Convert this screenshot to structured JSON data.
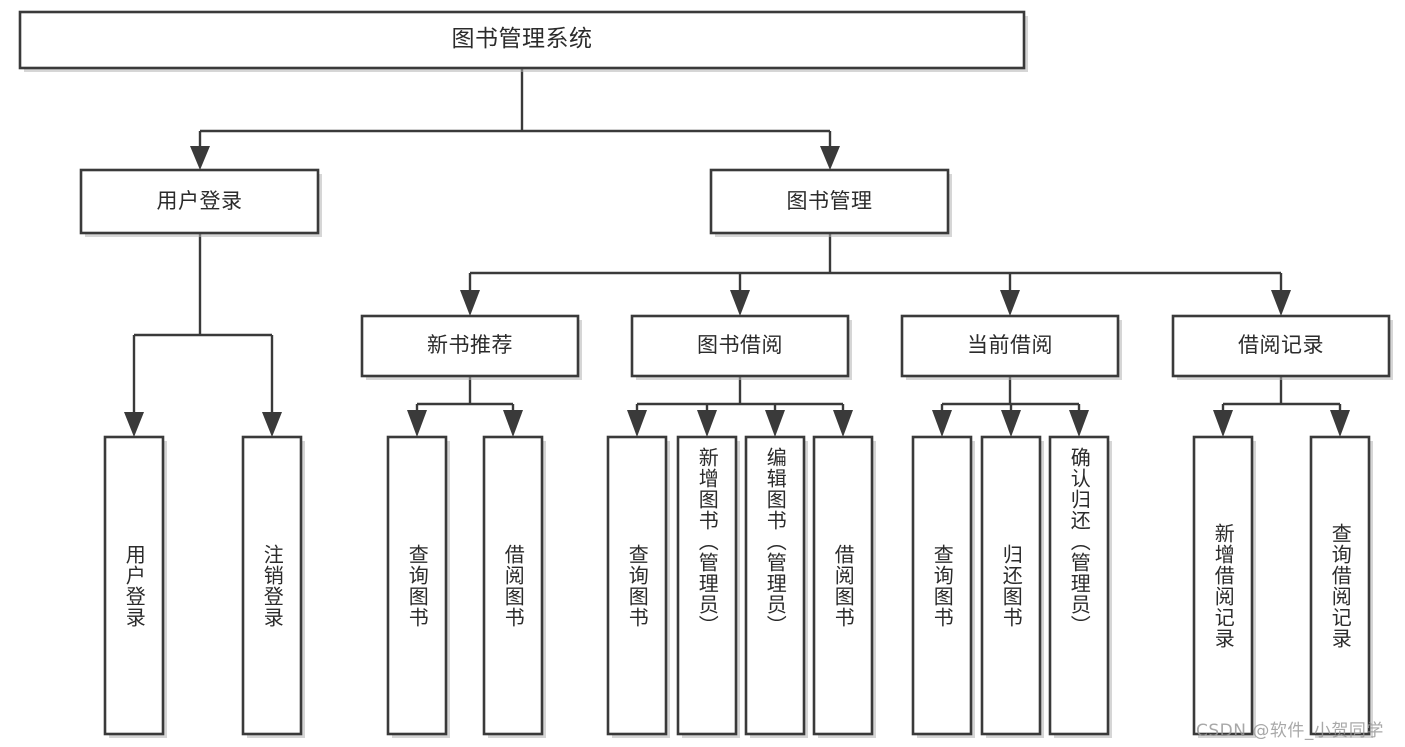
{
  "diagram": {
    "type": "tree-hierarchy",
    "title": "图书管理系统",
    "watermark": "CSDN @软件_小贺同学",
    "colors": {
      "stroke": "#3a3a3a",
      "fill": "#ffffff",
      "text": "#2b2b2b",
      "watermark": "#9a9a9a",
      "background": "#ffffff"
    },
    "root": {
      "label": "图书管理系统",
      "orientation": "horizontal"
    },
    "level2": [
      {
        "label": "用户登录",
        "orientation": "horizontal"
      },
      {
        "label": "图书管理",
        "orientation": "horizontal"
      }
    ],
    "level3": [
      {
        "label": "新书推荐",
        "orientation": "horizontal"
      },
      {
        "label": "图书借阅",
        "orientation": "horizontal"
      },
      {
        "label": "当前借阅",
        "orientation": "horizontal"
      },
      {
        "label": "借阅记录",
        "orientation": "horizontal"
      }
    ],
    "leaves": {
      "user_login": [
        {
          "label": "用户登录",
          "orientation": "vertical"
        },
        {
          "label": "注销登录",
          "orientation": "vertical"
        }
      ],
      "new_book_recommend": [
        {
          "label": "查询图书",
          "orientation": "vertical"
        },
        {
          "label": "借阅图书",
          "orientation": "vertical"
        }
      ],
      "book_borrow": [
        {
          "label": "查询图书",
          "orientation": "vertical"
        },
        {
          "label": "新增图书（管理员）",
          "orientation": "vertical"
        },
        {
          "label": "编辑图书（管理员）",
          "orientation": "vertical"
        },
        {
          "label": "借阅图书",
          "orientation": "vertical"
        }
      ],
      "current_borrow": [
        {
          "label": "查询图书",
          "orientation": "vertical"
        },
        {
          "label": "归还图书",
          "orientation": "vertical"
        },
        {
          "label": "确认归还（管理员）",
          "orientation": "vertical"
        }
      ],
      "borrow_record": [
        {
          "label": "新增借阅记录",
          "orientation": "vertical"
        },
        {
          "label": "查询借阅记录",
          "orientation": "vertical"
        }
      ]
    }
  }
}
